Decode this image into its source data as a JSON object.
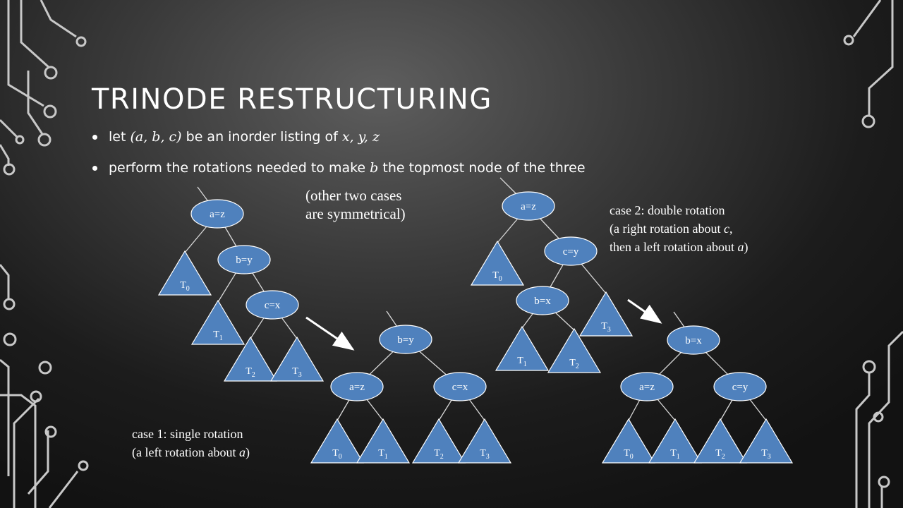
{
  "slide": {
    "title": "TRINODE RESTRUCTURING",
    "bullet1": {
      "prefix": "let ",
      "math1": "(a, b, c)",
      "middle": " be an inorder listing of ",
      "math2": "x, y, z"
    },
    "bullet2": {
      "prefix": "perform the rotations needed to make ",
      "math": "b",
      "suffix": " the topmost node of the three"
    }
  },
  "notes": {
    "symmetry": {
      "line1": "(other two cases",
      "line2": "are symmetrical)"
    },
    "case1": {
      "line1": "case 1: single rotation",
      "line2_pre": "(a left rotation about ",
      "line2_var": "a",
      "line2_post": ")"
    },
    "case2": {
      "line1": "case 2: double rotation",
      "line2_pre": "(a right rotation about ",
      "line2_var": "c",
      "line2_post": ",",
      "line3_pre": "then a left rotation about ",
      "line3_var": "a",
      "line3_post": ")"
    }
  },
  "colors": {
    "node_fill": "#4f81bd",
    "node_stroke": "#ffffff",
    "text": "#ffffff",
    "edge": "#d9d9d9"
  },
  "diagram": {
    "nodes": [
      {
        "id": "c1a_az",
        "label": "a=z"
      },
      {
        "id": "c1a_by",
        "label": "b=y"
      },
      {
        "id": "c1a_cx",
        "label": "c=x"
      },
      {
        "id": "c1b_by",
        "label": "b=y"
      },
      {
        "id": "c1b_az",
        "label": "a=z"
      },
      {
        "id": "c1b_cx",
        "label": "c=x"
      },
      {
        "id": "c2a_az",
        "label": "a=z"
      },
      {
        "id": "c2a_cy",
        "label": "c=y"
      },
      {
        "id": "c2a_bx",
        "label": "b=x"
      },
      {
        "id": "c2b_bx",
        "label": "b=x"
      },
      {
        "id": "c2b_az",
        "label": "a=z"
      },
      {
        "id": "c2b_cy",
        "label": "c=y"
      }
    ],
    "subtrees": [
      {
        "id": "c1a_t0",
        "base": "T",
        "sub": "0"
      },
      {
        "id": "c1a_t1",
        "base": "T",
        "sub": "1"
      },
      {
        "id": "c1a_t2",
        "base": "T",
        "sub": "2"
      },
      {
        "id": "c1a_t3",
        "base": "T",
        "sub": "3"
      },
      {
        "id": "c1b_t0",
        "base": "T",
        "sub": "0"
      },
      {
        "id": "c1b_t1",
        "base": "T",
        "sub": "1"
      },
      {
        "id": "c1b_t2",
        "base": "T",
        "sub": "2"
      },
      {
        "id": "c1b_t3",
        "base": "T",
        "sub": "3"
      },
      {
        "id": "c2a_t0",
        "base": "T",
        "sub": "0"
      },
      {
        "id": "c2a_t1",
        "base": "T",
        "sub": "1"
      },
      {
        "id": "c2a_t2",
        "base": "T",
        "sub": "2"
      },
      {
        "id": "c2a_t3",
        "base": "T",
        "sub": "3"
      },
      {
        "id": "c2b_t0",
        "base": "T",
        "sub": "0"
      },
      {
        "id": "c2b_t1",
        "base": "T",
        "sub": "1"
      },
      {
        "id": "c2b_t2",
        "base": "T",
        "sub": "2"
      },
      {
        "id": "c2b_t3",
        "base": "T",
        "sub": "3"
      }
    ],
    "edges": [
      [
        "c1a_az",
        "c1a_t0"
      ],
      [
        "c1a_az",
        "c1a_by"
      ],
      [
        "c1a_by",
        "c1a_t1"
      ],
      [
        "c1a_by",
        "c1a_cx"
      ],
      [
        "c1a_cx",
        "c1a_t2"
      ],
      [
        "c1a_cx",
        "c1a_t3"
      ],
      [
        "c1b_by",
        "c1b_az"
      ],
      [
        "c1b_by",
        "c1b_cx"
      ],
      [
        "c1b_az",
        "c1b_t0"
      ],
      [
        "c1b_az",
        "c1b_t1"
      ],
      [
        "c1b_cx",
        "c1b_t2"
      ],
      [
        "c1b_cx",
        "c1b_t3"
      ],
      [
        "c2a_az",
        "c2a_t0"
      ],
      [
        "c2a_az",
        "c2a_cy"
      ],
      [
        "c2a_cy",
        "c2a_bx"
      ],
      [
        "c2a_cy",
        "c2a_t3"
      ],
      [
        "c2a_bx",
        "c2a_t1"
      ],
      [
        "c2a_bx",
        "c2a_t2"
      ],
      [
        "c2b_bx",
        "c2b_az"
      ],
      [
        "c2b_bx",
        "c2b_cy"
      ],
      [
        "c2b_az",
        "c2b_t0"
      ],
      [
        "c2b_az",
        "c2b_t1"
      ],
      [
        "c2b_cy",
        "c2b_t2"
      ],
      [
        "c2b_cy",
        "c2b_t3"
      ]
    ],
    "parent_stubs": [
      "c1a_az",
      "c1b_by",
      "c2a_az",
      "c2b_bx"
    ],
    "arrows": [
      {
        "from": "case1-before",
        "to": "case1-after"
      },
      {
        "from": "case2-before",
        "to": "case2-after"
      }
    ]
  }
}
